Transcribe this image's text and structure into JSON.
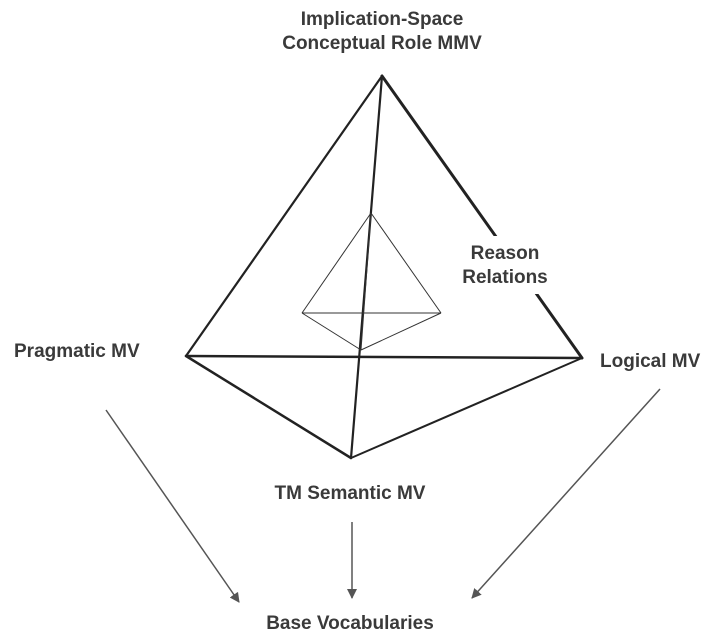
{
  "labels": {
    "top_line1": "Implication-Space",
    "top_line2": "Conceptual Role MMV",
    "reason_line1": "Reason",
    "reason_line2": "Relations",
    "pragmatic": "Pragmatic MV",
    "logical": "Logical MV",
    "tm_semantic": "TM Semantic MV",
    "base": "Base Vocabularies"
  },
  "colors": {
    "line": "#222222",
    "arrow": "#555555",
    "text": "#3a3a3a"
  }
}
